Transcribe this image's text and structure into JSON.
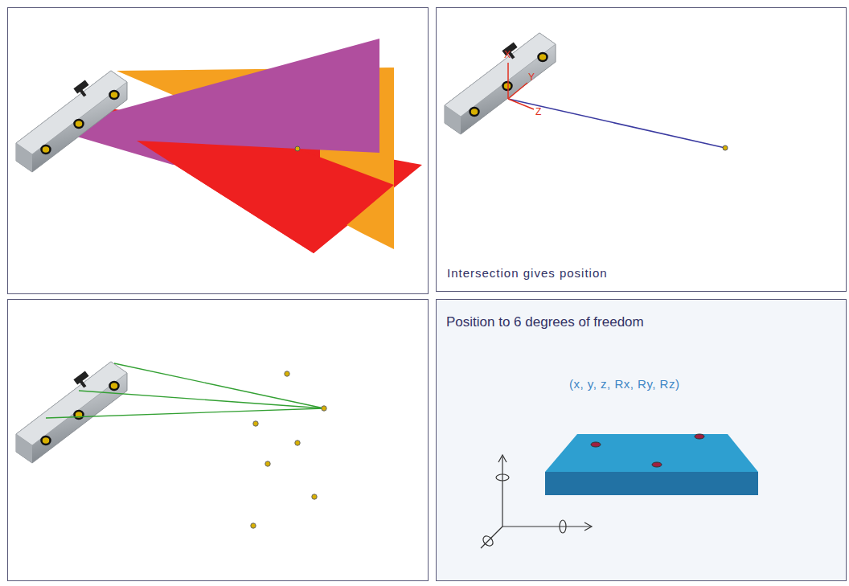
{
  "diagram": {
    "labels": [
      "X",
      "Y",
      "Z",
      "Intersection gives position",
      "Position to 6 degrees of freedom",
      "(x, y, z, Rx, Ry, Rz)"
    ]
  }
}
